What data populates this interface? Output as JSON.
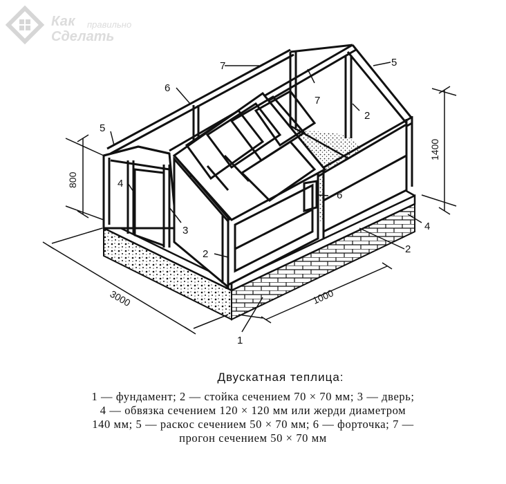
{
  "logo": {
    "line1": "Как",
    "line2": "правильно",
    "line3": "Сделать"
  },
  "labels": {
    "n1": "1",
    "n2": "2",
    "n3": "3",
    "n4": "4",
    "n5": "5",
    "n6": "6",
    "n7": "7"
  },
  "dimensions": {
    "width": "3000",
    "depth": "1000",
    "wall_height": "800",
    "ridge_height": "1400"
  },
  "caption": {
    "title": "Двускатная теплица:",
    "lines": [
      "1 — фундамент; 2 — стойка сечением 70 × 70 мм; 3 — дверь;",
      "4 — обвязка сечением 120 × 120 мм или жерди диаметром",
      "140 мм; 5 — раскос сечением 50 × 70 мм; 6 — форточка; 7 —",
      "прогон сечением 50 × 70 мм"
    ]
  }
}
